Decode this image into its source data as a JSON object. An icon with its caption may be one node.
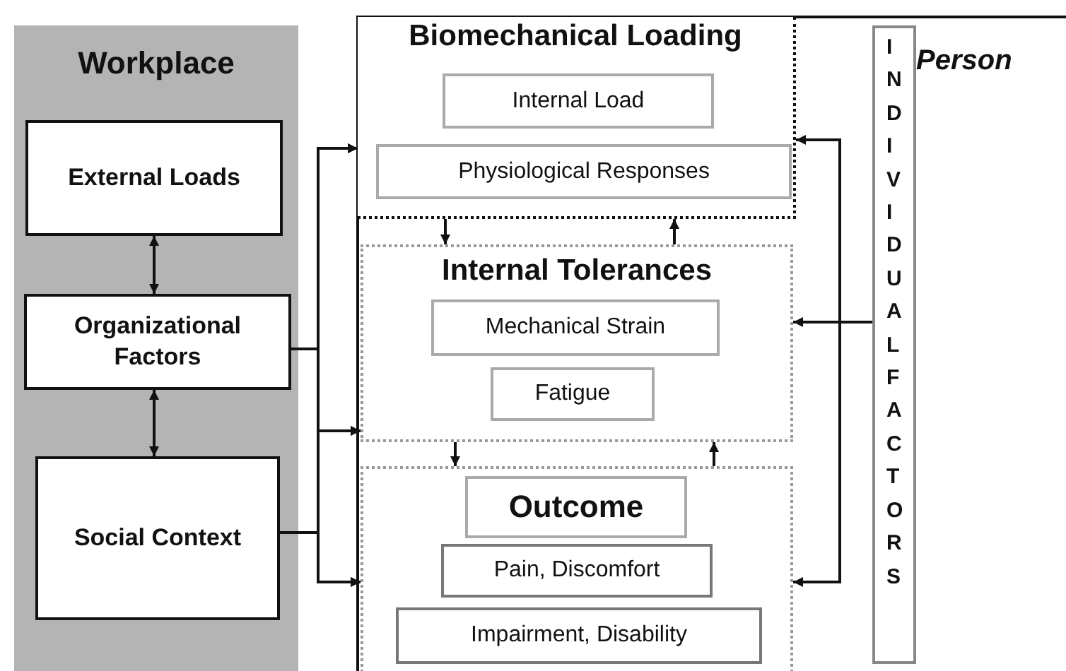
{
  "diagram": {
    "nodes": [
      {
        "text": [
          "Workplace"
        ]
      },
      {
        "text": [
          "External Loads"
        ],
        "in": 0
      },
      {
        "text": [
          "Organizational Factors"
        ],
        "in": 0
      },
      {
        "text": [
          "Social Context"
        ],
        "in": 0
      },
      {
        "text": [
          "Person"
        ]
      },
      {
        "text": [
          "Biomechanical Loading"
        ],
        "in": 4
      },
      {
        "text": [
          "Internal Load"
        ],
        "in": 5
      },
      {
        "text": [
          "Physiological Responses"
        ],
        "in": 5
      },
      {
        "text": [
          "Internal Tolerances"
        ],
        "in": 4
      },
      {
        "text": [
          "Mechanical Strain"
        ],
        "in": 8
      },
      {
        "text": [
          "Fatigue"
        ],
        "in": 8
      },
      {
        "text": [],
        "shape": "box",
        "in": 4
      },
      {
        "text": [
          "Outcome"
        ],
        "in": 11
      },
      {
        "text": [
          "Pain, Discomfort"
        ],
        "in": 11
      },
      {
        "text": [
          "Impairment, Disability"
        ],
        "in": 11
      },
      {
        "text": [
          "INDIVIDUAL FACTORS"
        ],
        "in": 4
      }
    ],
    "edges": [
      {
        "from": 1,
        "to": 2,
        "arrow": "both"
      },
      {
        "from": 2,
        "to": 3,
        "arrow": "both"
      },
      {
        "from": 2,
        "to": 5,
        "arrow": "to"
      },
      {
        "from": 2,
        "to": 8,
        "arrow": "to"
      },
      {
        "from": 2,
        "to": 11,
        "arrow": "to"
      },
      {
        "from": 3,
        "to": 5,
        "arrow": "to"
      },
      {
        "from": 3,
        "to": 8,
        "arrow": "to"
      },
      {
        "from": 3,
        "to": 11,
        "arrow": "to"
      },
      {
        "from": 5,
        "to": 8,
        "arrow": "to"
      },
      {
        "from": 8,
        "to": 5,
        "arrow": "to"
      },
      {
        "from": 8,
        "to": 11,
        "arrow": "to"
      },
      {
        "from": 11,
        "to": 8,
        "arrow": "to"
      },
      {
        "from": 15,
        "to": 5,
        "arrow": "to"
      },
      {
        "from": 15,
        "to": 8,
        "arrow": "to"
      },
      {
        "from": 15,
        "to": 11,
        "arrow": "to"
      }
    ]
  }
}
